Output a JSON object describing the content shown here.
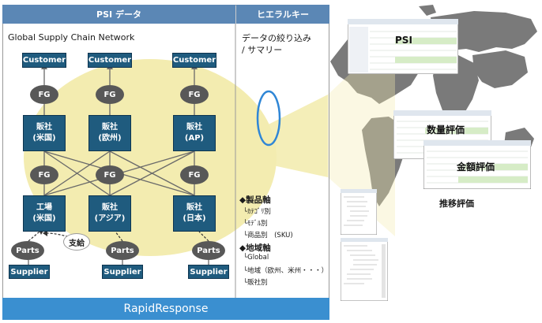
{
  "left_panel": {
    "header": "PSI データ",
    "subtitle": "Global Supply Chain Network",
    "customers": [
      "Customer",
      "Customer",
      "Customer"
    ],
    "fg_top": [
      "FG",
      "FG",
      "FG"
    ],
    "sales_top": [
      {
        "line1": "販社",
        "line2": "(米国)"
      },
      {
        "line1": "販社",
        "line2": "(欧州)"
      },
      {
        "line1": "販社",
        "line2": "(AP)"
      }
    ],
    "fg_mid": [
      "FG",
      "FG",
      "FG"
    ],
    "bottom_nodes": [
      {
        "line1": "工場",
        "line2": "(米国)"
      },
      {
        "line1": "販社",
        "line2": "(アジア)"
      },
      {
        "line1": "販社",
        "line2": "(日本)"
      }
    ],
    "parts": [
      "Parts",
      "Parts",
      "Parts"
    ],
    "supply_label": "支給",
    "suppliers": [
      "Supplier",
      "Supplier",
      "Supplier"
    ],
    "footer": "RapidResponse"
  },
  "middle_panel": {
    "header": "ヒエラルキー",
    "caption_line1": "データの絞り込み",
    "caption_line2": "/ サマリー",
    "product_axis_title": "◆製品軸",
    "product_items": [
      "└ｶﾃｺﾞﾘ別",
      "└ﾓﾃﾞﾙ別",
      "└商品別　(SKU)"
    ],
    "region_axis_title": "◆地域軸",
    "region_items": [
      "└Global",
      "└地域（欧州、米州・・・）",
      "└販社別"
    ]
  },
  "right_panel": {
    "screenshot_labels": [
      "PSI",
      "数量評価",
      "金額評価"
    ],
    "trend_label": "推移評価"
  },
  "colors": {
    "header_blue": "#5b87b5",
    "node_navy": "#1f5b7e",
    "footer_blue": "#3a8fd0",
    "highlight_yellow": "#f3ecb0",
    "oval_gray": "#585858",
    "ellipse_outline": "#2f86d6"
  }
}
